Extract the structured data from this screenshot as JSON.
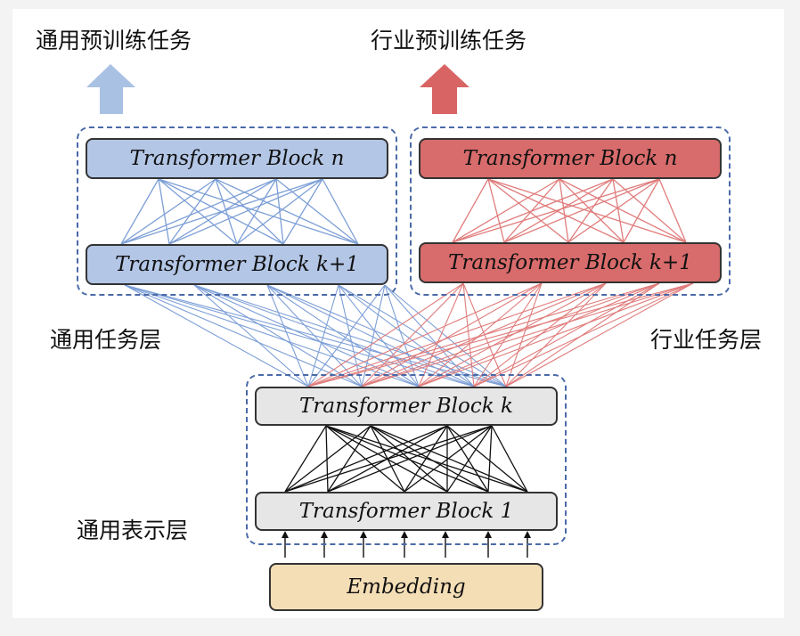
{
  "labels": {
    "general_pretrain_task": "通用预训练任务",
    "industry_pretrain_task": "行业预训练任务",
    "general_task_layer": "通用任务层",
    "industry_task_layer": "行业任务层",
    "general_repr_layer": "通用表示层"
  },
  "blocks": {
    "general_top": "Transformer Block n",
    "general_bottom": "Transformer Block k+1",
    "industry_top": "Transformer Block n",
    "industry_bottom": "Transformer Block k+1",
    "shared_top": "Transformer Block k",
    "shared_bottom": "Transformer Block 1",
    "embedding": "Embedding"
  },
  "colors": {
    "general": "#b3c6e6",
    "industry": "#d86b6b",
    "shared": "#e6e6e6",
    "embedding": "#f4deb6",
    "general_lines": "#7d9fd6",
    "industry_lines": "#e07c7c",
    "shared_lines": "#111111",
    "dashed_border": "#4a6aa8"
  }
}
